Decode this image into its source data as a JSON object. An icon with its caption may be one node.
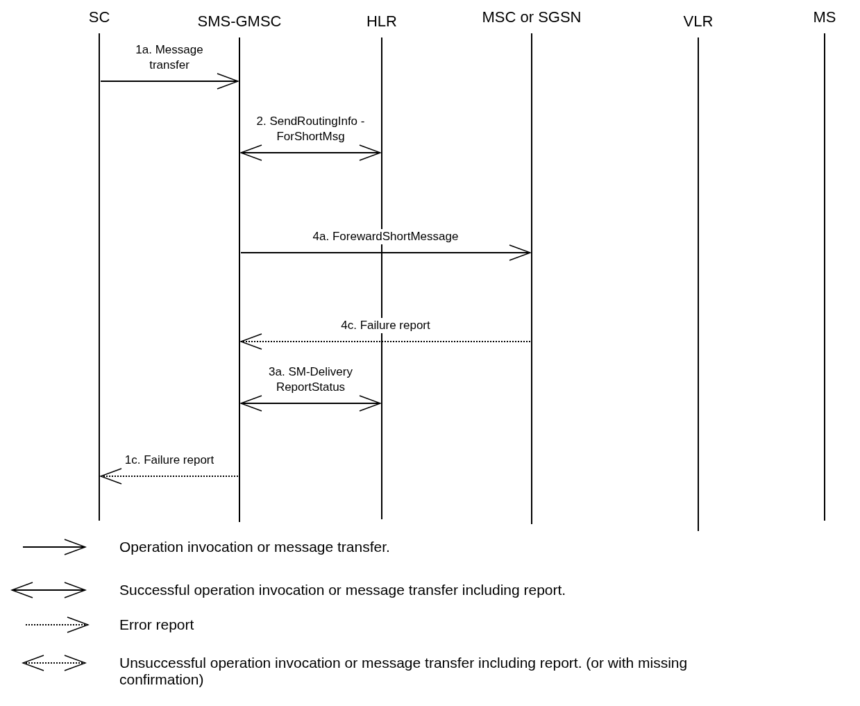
{
  "diagram": {
    "nodes": [
      {
        "text": [
          "SC"
        ]
      },
      {
        "text": [
          "SMS-GMSC"
        ]
      },
      {
        "text": [
          "HLR"
        ]
      },
      {
        "text": [
          "MSC or SGSN"
        ]
      },
      {
        "text": [
          "VLR"
        ]
      },
      {
        "text": [
          "MS"
        ]
      }
    ],
    "edges": [
      {
        "from": 0,
        "to": 1,
        "arrow": "to",
        "label": "1a. Message transfer"
      },
      {
        "from": 1,
        "to": 2,
        "arrow": "both",
        "label": "2. SendRoutingInfo - ForShortMsg"
      },
      {
        "from": 1,
        "to": 3,
        "arrow": "to",
        "label": "4a. ForewardShortMessage"
      },
      {
        "from": 3,
        "to": 1,
        "arrow": "to",
        "label": "4c. Failure report",
        "style": "dashed"
      },
      {
        "from": 1,
        "to": 2,
        "arrow": "both",
        "label": "3a. SM-Delivery ReportStatus"
      },
      {
        "from": 1,
        "to": 0,
        "arrow": "to",
        "label": "1c. Failure report",
        "style": "dashed"
      }
    ],
    "legend": [
      {
        "text": "Operation invocation or message transfer."
      },
      {
        "text": "Successful operation invocation or message transfer including report."
      },
      {
        "text": "Error report"
      },
      {
        "text": "Unsuccessful operation invocation or message transfer including report. (or with missing confirmation)"
      }
    ]
  }
}
